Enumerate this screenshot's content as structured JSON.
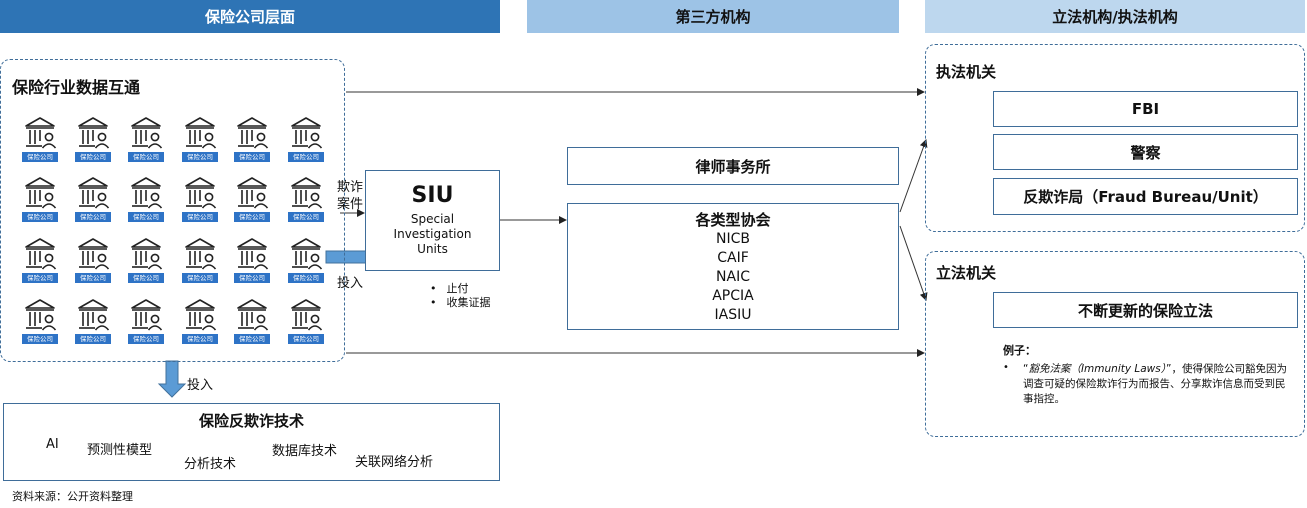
{
  "headers": {
    "insurer": "保险公司层面",
    "third_party": "第三方机构",
    "legislative": "立法机构/执法机构"
  },
  "colors": {
    "header_dark": "#2e74b5",
    "header_light": "#9dc3e6",
    "border": "#3f6d99",
    "label_blue": "#2e73c6",
    "arrow_fill": "#5b9bd5"
  },
  "insurer_panel": {
    "title": "保险行业数据互通",
    "bank_label": "保险公司",
    "bank_icon": "bank-building-person-icon",
    "rows": 4,
    "cols": 6
  },
  "siu": {
    "title": "SIU",
    "subtitle_lines": [
      "Special",
      "Investigation",
      "Units"
    ],
    "in_label": [
      "欺诈",
      "案件"
    ],
    "bullets": [
      "止付",
      "收集证据"
    ]
  },
  "arrow_labels": {
    "invest_right": "投入",
    "invest_down": "投入"
  },
  "third_party": {
    "law_firm": "律师事务所",
    "associations_title": "各类型协会",
    "associations": [
      "NICB",
      "CAIF",
      "NAIC",
      "APCIA",
      "IASIU"
    ]
  },
  "enforcement": {
    "title": "执法机关",
    "items": [
      "FBI",
      "警察",
      "反欺诈局（Fraud Bureau/Unit）"
    ]
  },
  "legislation": {
    "title": "立法机关",
    "item": "不断更新的保险立法",
    "example_title": "例子：",
    "example_prefix": "“",
    "example_term": "豁免法案（Immunity Laws）",
    "example_text": "”，使得保险公司豁免因为调查可疑的保险欺诈行为而报告、分享欺诈信息而受到民事指控。"
  },
  "tech": {
    "title": "保险反欺诈技术",
    "items": [
      "AI",
      "预测性模型",
      "分析技术",
      "数据库技术",
      "关联网络分析"
    ]
  },
  "source": "资料来源：公开资料整理"
}
